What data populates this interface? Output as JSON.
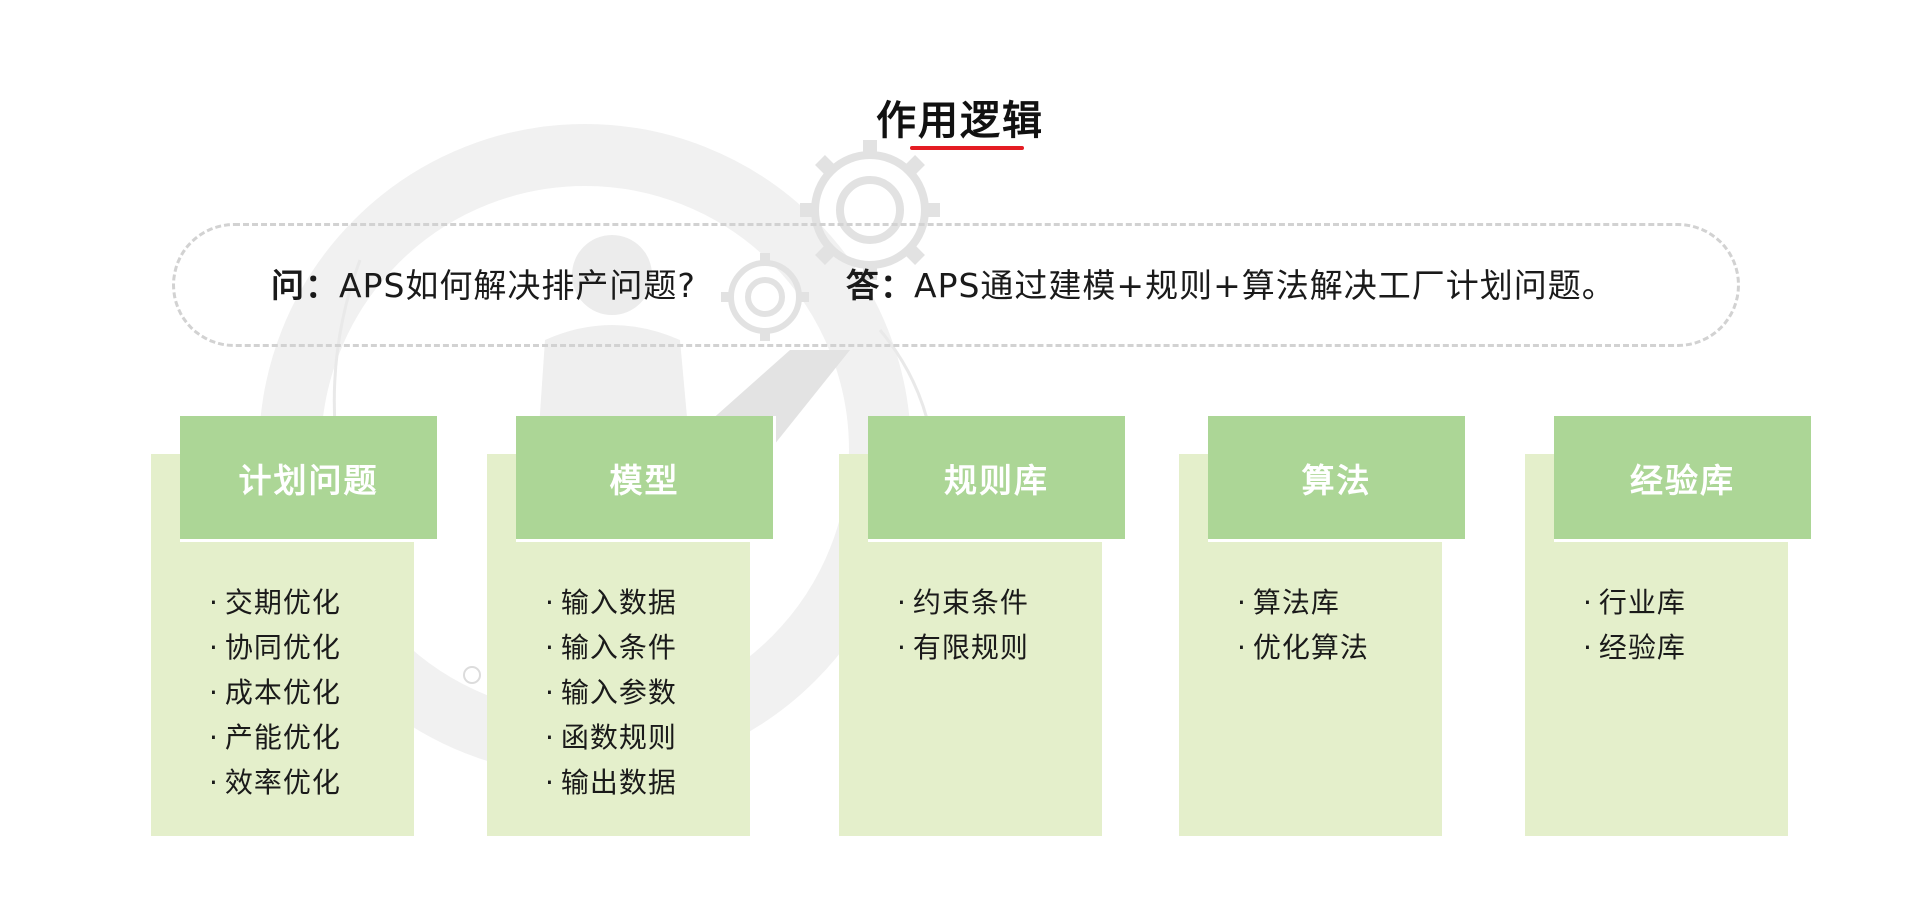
{
  "title": "作用逻辑",
  "qa": {
    "question_prefix": "问：",
    "question": "APS如何解决排产问题?",
    "answer_prefix": "答：",
    "answer": "APS通过建模+规则+算法解决工厂计划问题。"
  },
  "columns": [
    {
      "title": "计划问题",
      "items": [
        "交期优化",
        "协同优化",
        "成本优化",
        "产能优化",
        "效率优化"
      ]
    },
    {
      "title": "模型",
      "items": [
        "输入数据",
        "输入条件",
        "输入参数",
        "函数规则",
        "输出数据"
      ]
    },
    {
      "title": "规则库",
      "items": [
        "约束条件",
        "有限规则"
      ]
    },
    {
      "title": "算法",
      "items": [
        "算法库",
        "优化算法"
      ]
    },
    {
      "title": "经验库",
      "items": [
        "行业库",
        "经验库"
      ]
    }
  ],
  "colors": {
    "accent": "#e41c23",
    "header_green": "#acd696",
    "body_green": "#e4efcb",
    "dashed_border": "#d2d2d2"
  },
  "icons": [
    "gear-icon",
    "person-illustration"
  ]
}
